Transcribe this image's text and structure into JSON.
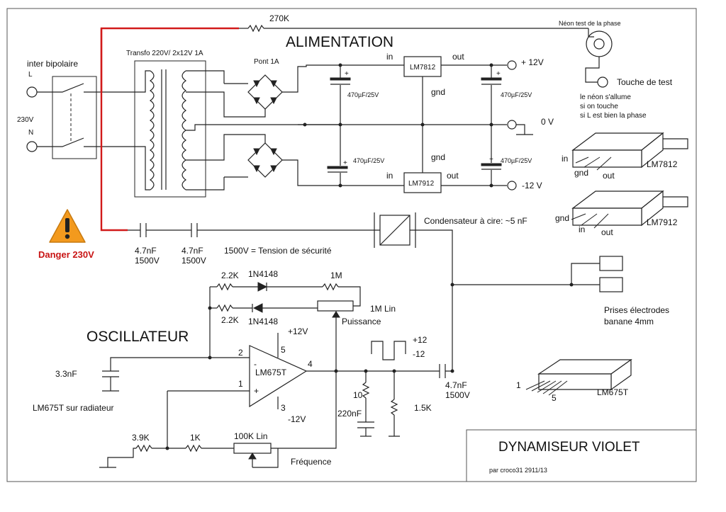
{
  "titles": {
    "alimentation": "ALIMENTATION",
    "oscillateur": "OSCILLATEUR",
    "main_title": "DYNAMISEUR VIOLET",
    "author": "par croco31 2911/13"
  },
  "mains": {
    "inter_bipolaire": "inter bipolaire",
    "L": "L",
    "N": "N",
    "voltage": "230V",
    "transfo": "Transfo 220V/ 2x12V 1A",
    "pont": "Pont 1A",
    "danger": "Danger 230V",
    "r270k": "270K",
    "neon": "Néon test de la phase",
    "touche": "Touche de test",
    "neon_note": [
      "le néon s'allume",
      "si on touche",
      "si L est bien la phase"
    ]
  },
  "supply": {
    "lm7812": "LM7812",
    "lm7912": "LM7912",
    "in": "in",
    "out": "out",
    "gnd": "gnd",
    "cap": "470µF/25V",
    "plus12": "+ 12V",
    "zero": "0 V",
    "minus12": "-12 V"
  },
  "packages": {
    "lm7812": {
      "name": "LM7812",
      "pins": [
        "in",
        "gnd",
        "out"
      ]
    },
    "lm7912": {
      "name": "LM7912",
      "pins": [
        "gnd",
        "in",
        "out"
      ]
    },
    "lm675t": {
      "name": "LM675T",
      "pin1": "1",
      "pin5": "5"
    }
  },
  "safety": {
    "c1": [
      "4.7nF",
      "1500V"
    ],
    "c2": [
      "4.7nF",
      "1500V"
    ],
    "tension": "1500V = Tension de sécurité",
    "cire": "Condensateur à cire: ~5 nF"
  },
  "oscillator": {
    "r22k_top": "2.2K",
    "r22k_bot": "2.2K",
    "d_top": "1N4148",
    "d_bot": "1N4148",
    "r1m": "1M",
    "pot1m": "1M Lin",
    "puissance": "Puissance",
    "plus12": "+12V",
    "minus12": "-12V",
    "pin2": "2",
    "pin1": "1",
    "pin5": "5",
    "pin4": "4",
    "pin3": "3",
    "minus": "-",
    "plus": "+",
    "opamp": "LM675T",
    "c33": "3.3nF",
    "radiateur": "LM675T sur radiateur",
    "r39k": "3.9K",
    "r1k": "1K",
    "pot100k": "100K Lin",
    "frequence": "Fréquence",
    "r10": "10",
    "c220": "220nF",
    "r15k": "1.5K",
    "cout": [
      "4.7nF",
      "1500V"
    ],
    "wave_hi": "+12",
    "wave_lo": "-12"
  },
  "electrodes": {
    "label": [
      "Prises électrodes",
      "banane 4mm"
    ]
  }
}
